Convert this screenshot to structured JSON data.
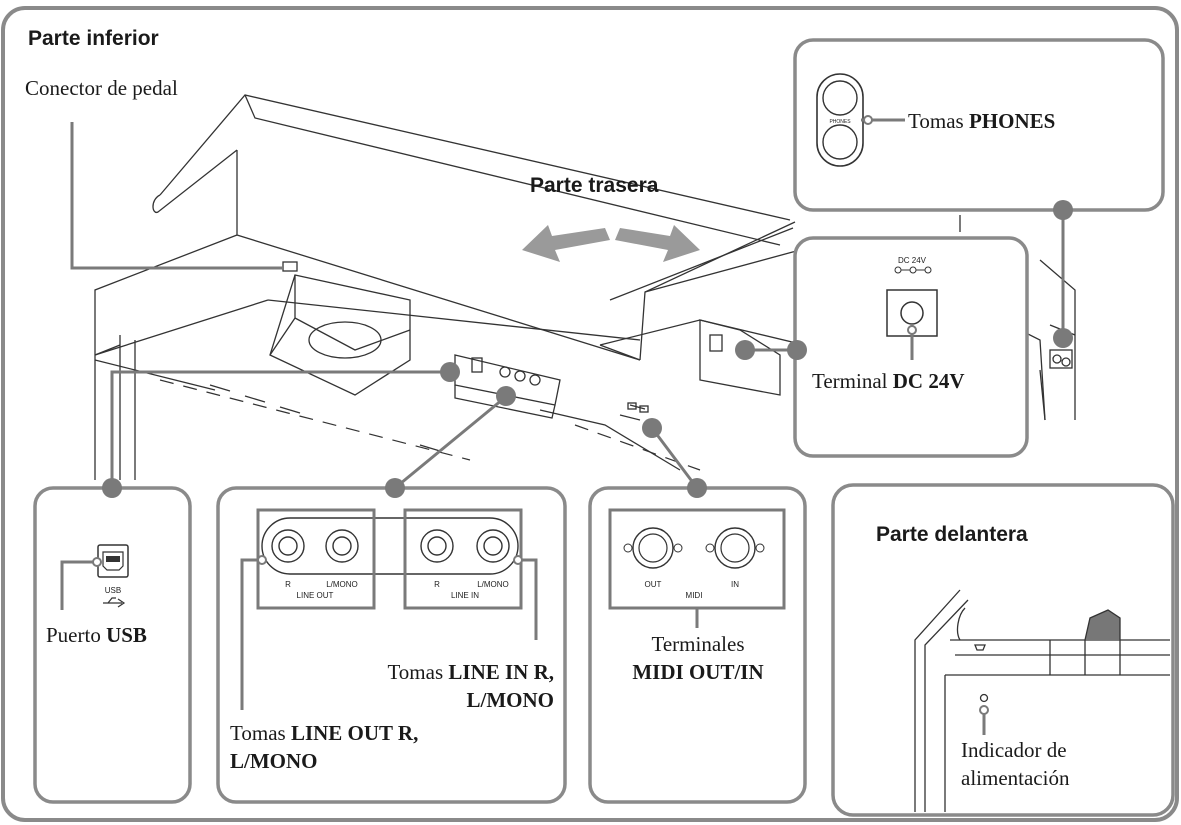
{
  "headings": {
    "bottom": "Parte inferior",
    "rear": "Parte trasera",
    "front": "Parte delantera"
  },
  "labels": {
    "pedal": "Conector de pedal",
    "phones_pre": "Tomas ",
    "phones_bold": "PHONES",
    "dc_pre": "Terminal ",
    "dc_bold": "DC 24V",
    "usb_pre": "Puerto ",
    "usb_bold": "USB",
    "linein_pre": "Tomas ",
    "linein_bold1": "LINE IN R,",
    "linein_bold2": "L/MONO",
    "lineout_pre": "Tomas ",
    "lineout_bold1": "LINE OUT R,",
    "lineout_bold2": "L/MONO",
    "midi_line1": "Terminales",
    "midi_bold": "MIDI OUT/IN",
    "power_line1": "Indicador de",
    "power_line2": "alimentación"
  },
  "panel_text": {
    "phones": "PHONES",
    "dc": "DC 24V",
    "usb": "USB",
    "r": "R",
    "lmono": "L/MONO",
    "line_out": "LINE OUT",
    "line_in": "LINE IN",
    "midi": "MIDI",
    "out": "OUT",
    "in": "IN"
  },
  "colors": {
    "frame": "#8a8a8a",
    "callout": "#7a7a7a",
    "arrow": "#9a9a9a",
    "line": "#333333"
  }
}
